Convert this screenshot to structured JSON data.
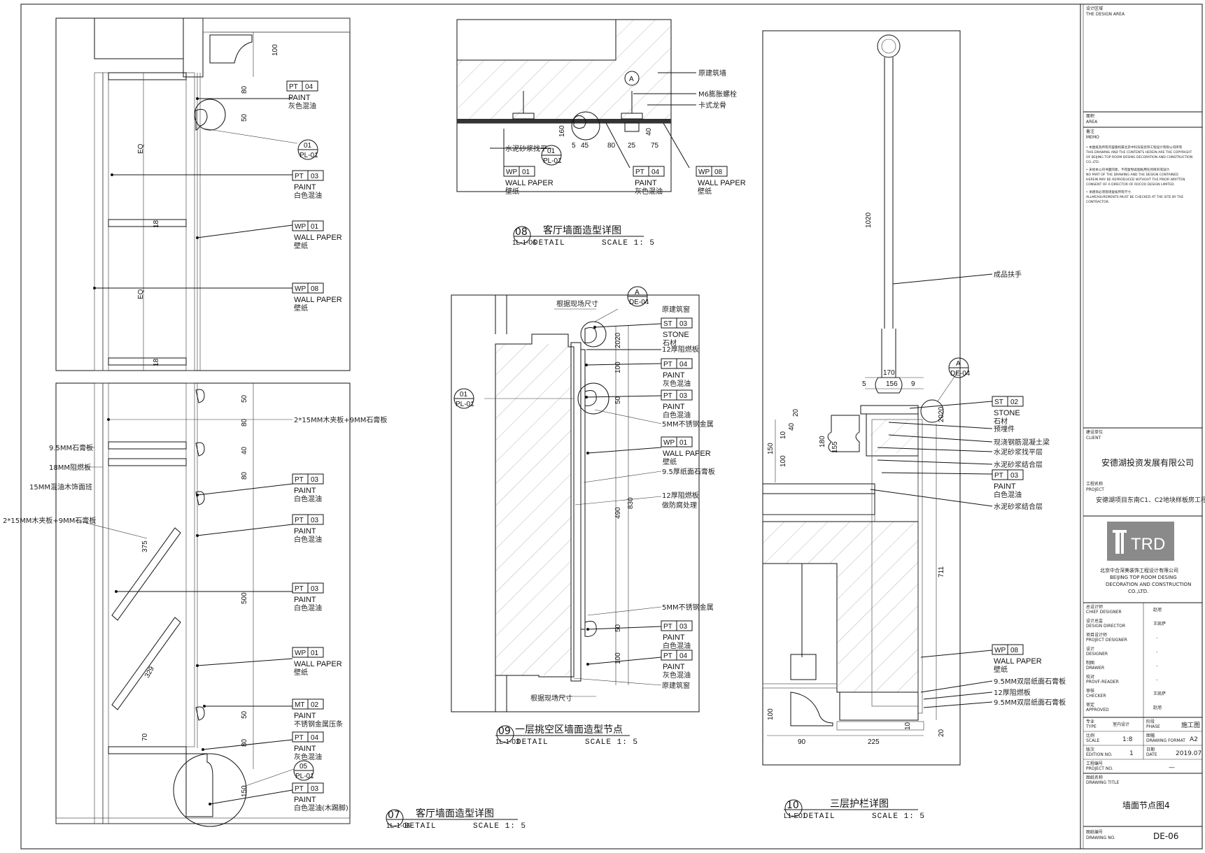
{
  "colors": {
    "ink": "#111111",
    "hatch": "#555555",
    "concrete": "#e6e6e6",
    "logo_bg": "#8a8a8a"
  },
  "detail07": {
    "num": "07",
    "ref": "1L-1-06",
    "title": "客厅墙面造型详图",
    "detail": "DETAIL",
    "scale": "SCALE 1: 5",
    "callouts": [
      {
        "code": "PT",
        "no": "04",
        "en": "PAINT",
        "zh": "灰色混油"
      },
      {
        "code": "PT",
        "no": "03",
        "en": "PAINT",
        "zh": "白色混油"
      },
      {
        "code": "WP",
        "no": "01",
        "en": "WALL PAPER",
        "zh": "壁纸"
      },
      {
        "code": "WP",
        "no": "08",
        "en": "WALL PAPER",
        "zh": "壁纸"
      },
      {
        "code": "PT",
        "no": "03",
        "en": "PAINT",
        "zh": "白色混油"
      },
      {
        "code": "PT",
        "no": "03",
        "en": "PAINT",
        "zh": "白色混油"
      },
      {
        "code": "PT",
        "no": "03",
        "en": "PAINT",
        "zh": "白色混油"
      },
      {
        "code": "WP",
        "no": "01",
        "en": "WALL PAPER",
        "zh": "壁纸"
      },
      {
        "code": "MT",
        "no": "02",
        "en": "PAINT",
        "zh": "不锈钢金属压条"
      },
      {
        "code": "PT",
        "no": "04",
        "en": "PAINT",
        "zh": "灰色混油"
      },
      {
        "code": "PT",
        "no": "03",
        "en": "PAINT",
        "zh": "白色混油(木踢脚)"
      }
    ],
    "notes_left": [
      "9.5MM石膏板",
      "18MM阻燃板",
      "15MM混油木饰面班",
      "2*15MM木夹板+9MM石膏板"
    ],
    "note_right": "2*15MM木夹板+9MM石膏板",
    "sym1": {
      "top": "01",
      "bot": "PL-01"
    },
    "sym2": {
      "top": "05",
      "bot": "PL-01"
    },
    "dims": [
      "100",
      "80",
      "50",
      "EQ",
      "18",
      "EQ",
      "18",
      "50",
      "80",
      "40",
      "80",
      "375",
      "500",
      "329",
      "50",
      "70",
      "80",
      "150"
    ]
  },
  "detail08": {
    "num": "08",
    "ref": "1L-1-06",
    "title": "客厅墙面造型详图",
    "detail": "DETAIL",
    "scale": "SCALE 1: 5",
    "notes": [
      "原建筑墙",
      "M6膨胀螺栓",
      "卡式龙骨",
      "水泥砂浆找平"
    ],
    "sym": {
      "top": "01",
      "bot": "PL-01"
    },
    "symA": {
      "top": "A",
      "bot": ""
    },
    "dims": [
      "160",
      "5",
      "45",
      "80",
      "25",
      "75",
      "40"
    ],
    "callouts": [
      {
        "code": "WP",
        "no": "01",
        "en": "WALL PAPER",
        "zh": "壁纸"
      },
      {
        "code": "PT",
        "no": "04",
        "en": "PAINT",
        "zh": "灰色混油"
      },
      {
        "code": "WP",
        "no": "08",
        "en": "WALL PAPER",
        "zh": "壁纸"
      }
    ]
  },
  "detail09": {
    "num": "09",
    "ref": "1L-1-03",
    "title": "一层挑空区墙面造型节点",
    "detail": "DETAIL",
    "scale": "SCALE 1: 5",
    "site_dim": "根据现场尺寸",
    "symA": {
      "top": "A",
      "bot": "DE-04"
    },
    "sym": {
      "top": "01",
      "bot": "PL-01"
    },
    "notes": [
      "原建筑窗",
      "12厚阻燃板",
      "5MM不锈钢金属",
      "9.5厚纸面石膏板",
      "12厚阻燃板",
      "做防腐处理",
      "5MM不锈钢金属",
      "原建筑窗"
    ],
    "callouts": [
      {
        "code": "ST",
        "no": "03",
        "en": "STONE",
        "zh": "石材"
      },
      {
        "code": "PT",
        "no": "04",
        "en": "PAINT",
        "zh": "灰色混油"
      },
      {
        "code": "PT",
        "no": "03",
        "en": "PAINT",
        "zh": "白色混油"
      },
      {
        "code": "WP",
        "no": "01",
        "en": "WALL PAPER",
        "zh": "壁纸"
      },
      {
        "code": "PT",
        "no": "03",
        "en": "PAINT",
        "zh": "白色混油"
      },
      {
        "code": "PT",
        "no": "04",
        "en": "PAINT",
        "zh": "灰色混油"
      }
    ],
    "dims": [
      "2020",
      "100",
      "50",
      "490",
      "830",
      "50",
      "100"
    ]
  },
  "detail10": {
    "num": "10",
    "ref": "L1-E01",
    "title": "三层护栏详图",
    "detail": "DETAIL",
    "scale": "SCALE 1: 5",
    "rail_note": "成品扶手",
    "symA": {
      "top": "A",
      "bot": "DE-04"
    },
    "notes": [
      "预埋件",
      "现浇钢筋混凝土梁",
      "水泥砂浆找平层",
      "水泥砂浆结合层",
      "水泥砂浆结合层",
      "9.5MM双层纸面石膏板",
      "12厚阻燃板",
      "9.5MM双层纸面石膏板"
    ],
    "callouts": [
      {
        "code": "ST",
        "no": "02",
        "en": "STONE",
        "zh": "石材"
      },
      {
        "code": "PT",
        "no": "03",
        "en": "PAINT",
        "zh": "白色混油"
      },
      {
        "code": "WP",
        "no": "08",
        "en": "WALL PAPER",
        "zh": "壁纸"
      }
    ],
    "dims": [
      "1020",
      "170",
      "5",
      "156",
      "9",
      "2020",
      "150",
      "10",
      "40",
      "100",
      "20",
      "180",
      "155",
      "711",
      "100",
      "90",
      "225",
      "10",
      "20"
    ]
  },
  "titleblock": {
    "design_area_zh": "设计区域",
    "design_area_en": "THE DESIGN AREA",
    "area_zh": "面积",
    "area_en": "AREA",
    "memo_zh": "备注",
    "memo_en": "MEMO",
    "memo_lines": [
      "• 本图纸及所有内容版权属北京中科深美装饰工程设计有限公司所有",
      "THIS DRAWING AND THE CONTENTS HEREIN ARE THE COPYRIGHT",
      "OF BEIJING TOP ROOM DESING DECORATION AND CONSTRUCTION",
      "CO.,LTD.",
      "• 未经本公司书面同意，不得复制此图纸用任何目的或设计.",
      "NO PART OF THE DRAWING AND THE DESIGN CONTAINED",
      "HEREIN MAY BE REPRODUCED WITHOUT THE PRIOR WRITTEN",
      "CONSENT OF A DIRECTOR OF ROCOO DESIGN LIMITED.",
      "• 承建商必须现场复核所有尺寸.",
      "ALLMEASUREMENTS MUST BE CHECKED AT THE SITE BY THE",
      "CONTRACTOR."
    ],
    "client_zh": "建设单位",
    "client_en": "CLIENT",
    "client_name": "安德湖投资发展有限公司",
    "project_zh": "工程名称",
    "project_en": "PROJECT",
    "project_name": "安德湖项目东南C1、C2地块样板房工程",
    "logo_text": "TRD",
    "company_zh": "北京中合深美装饰工程设计有限公司",
    "company_en1": "BEIJING TOP ROOM DESING",
    "company_en2": "DECORATION AND CONSTRUCTION",
    "company_en3": "CO.,LTD.",
    "staff": [
      {
        "zh": "总设计师",
        "en": "CHIEF DESIGNER",
        "name": "赵旭"
      },
      {
        "zh": "设计总监",
        "en": "DESIGN DIRECTOR",
        "name": "王凯萨"
      },
      {
        "zh": "项目设计师",
        "en": "PROJECT DESIGNER",
        "name": "-"
      },
      {
        "zh": "设计",
        "en": "DESIGNER",
        "name": "-"
      },
      {
        "zh": "制图",
        "en": "DRAWER",
        "name": "-"
      },
      {
        "zh": "校对",
        "en": "PROVF-READER",
        "name": "-"
      },
      {
        "zh": "审核",
        "en": "CHECKER",
        "name": "王凯萨"
      },
      {
        "zh": "审定",
        "en": "APPROVED",
        "name": "赵旭"
      }
    ],
    "type_zh": "专业",
    "type_en": "TYPE",
    "type_val": "室内设计",
    "phase_zh": "阶段",
    "phase_en": "PHASE",
    "phase_val": "施工图",
    "scale_zh": "比例",
    "scale_en": "SCALE",
    "scale_val": "1:8",
    "format_zh": "图幅",
    "format_en": "DRAWING FORMAT",
    "format_val": "A2",
    "edition_zh": "版次",
    "edition_en": "EDITION NO.",
    "edition_val": "1",
    "date_zh": "日期",
    "date_en": "DATE",
    "date_val": "2019.07",
    "projno_zh": "工程编号",
    "projno_en": "PROJECT NO.",
    "projno_val": "—",
    "title_zh": "图纸名称",
    "title_en": "DRAWING  TITLE",
    "title_val": "墙面节点图4",
    "no_zh": "图纸编号",
    "no_en": "DRAWING NO.",
    "no_val": "DE-06"
  }
}
